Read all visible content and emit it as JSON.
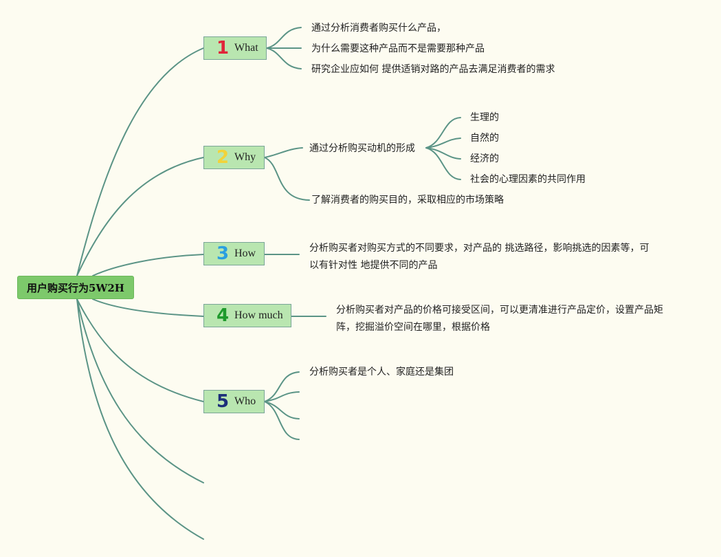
{
  "root": {
    "label": "用户购买行为5W2H"
  },
  "colors": {
    "line": "#5b9486",
    "root_fill": "#7dc96b",
    "branch_fill": "#b9e6b0"
  },
  "branches": [
    {
      "number": "1",
      "number_color": "#e0263a",
      "label": "What",
      "leaves": [
        "通过分析消费者购买什么产品，",
        "为什么需要这种产品而不是需要那种产品",
        "研究企业应如何 提供适销对路的产品去满足消费者的需求"
      ]
    },
    {
      "number": "2",
      "number_color": "#f2d33a",
      "label": "Why",
      "leaves": [
        "通过分析购买动机的形成",
        "了解消费者的购买目的，采取相应的市场策略"
      ],
      "sub_leaves": [
        "生理的",
        "自然的",
        "经济的",
        "社会的心理因素的共同作用"
      ]
    },
    {
      "number": "3",
      "number_color": "#2a9fe0",
      "label": "How",
      "leaves": [
        "分析购买者对购买方式的不同要求，对产品的 挑选路径，影响挑选的因素等，可以有针对性 地提供不同的产品"
      ]
    },
    {
      "number": "4",
      "number_color": "#1f9a2c",
      "label": "How much",
      "leaves": [
        "分析购买者对产品的价格可接受区间，可以更清准进行产品定价，设置产品矩阵，挖掘溢价空间在哪里，根据价格"
      ]
    },
    {
      "number": "5",
      "number_color": "#1c2f7a",
      "label": "Who",
      "leaves": [
        "分析购买者是个人、家庭还是集团"
      ]
    }
  ]
}
